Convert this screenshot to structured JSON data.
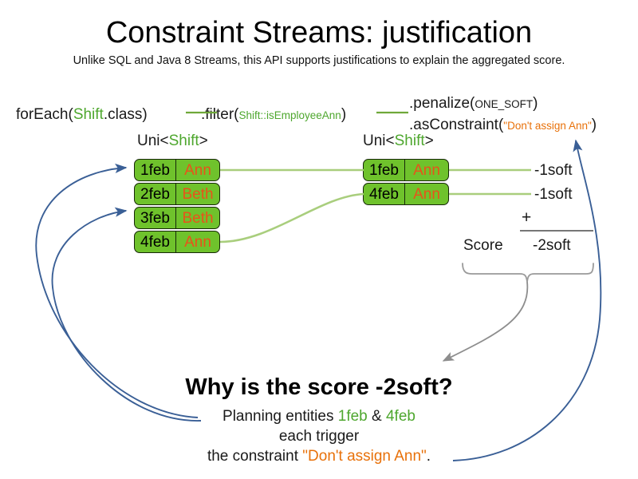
{
  "header": {
    "title": "Constraint Streams: justification",
    "subtitle": "Unlike SQL and Java 8 Streams, this API supports justifications to explain the aggregated score."
  },
  "code": {
    "foreach": {
      "call": "forEach(",
      "type": "Shift",
      "tail": ".class)"
    },
    "filter": {
      "call": ".filter(",
      "arg": "Shift::isEmployeeAnn",
      "tail": ")"
    },
    "penalize": {
      "call": ".penalize(",
      "arg": "ONE_SOFT",
      "tail": ")"
    },
    "as_constraint": {
      "call": ".asConstraint(",
      "arg": "\"Don't assign Ann\"",
      "tail": ")"
    }
  },
  "streams": {
    "left": {
      "label_prefix": "Uni<",
      "label_type": "Shift",
      "label_suffix": ">",
      "rows": [
        {
          "date": "1feb",
          "name": "Ann"
        },
        {
          "date": "2feb",
          "name": "Beth"
        },
        {
          "date": "3feb",
          "name": "Beth"
        },
        {
          "date": "4feb",
          "name": "Ann"
        }
      ]
    },
    "right": {
      "label_prefix": "Uni<",
      "label_type": "Shift",
      "label_suffix": ">",
      "rows": [
        {
          "date": "1feb",
          "name": "Ann"
        },
        {
          "date": "4feb",
          "name": "Ann"
        }
      ]
    }
  },
  "score": {
    "penalties": [
      "-1soft",
      "-1soft"
    ],
    "operator": "+",
    "label": "Score",
    "total": "-2soft"
  },
  "explanation": {
    "heading": "Why is the score -2soft?",
    "line1_prefix": "Planning entities ",
    "line1_entity_a": "1feb",
    "line1_amp": " & ",
    "line1_entity_b": "4feb",
    "line2": "each trigger",
    "line3_prefix": "the constraint ",
    "line3_constraint": "\"Don't assign Ann\"",
    "line3_suffix": "."
  },
  "colors": {
    "green_text": "#4ea72e",
    "orange_text": "#e8710a",
    "chip_fill": "#6fc22c",
    "chip_name_text": "#e8531a",
    "chip_border": "#17270a",
    "connector_green": "#a9ce7d",
    "arrow_blue": "#3a5f96",
    "brace_gray": "#9a9a9a",
    "background": "#ffffff"
  }
}
